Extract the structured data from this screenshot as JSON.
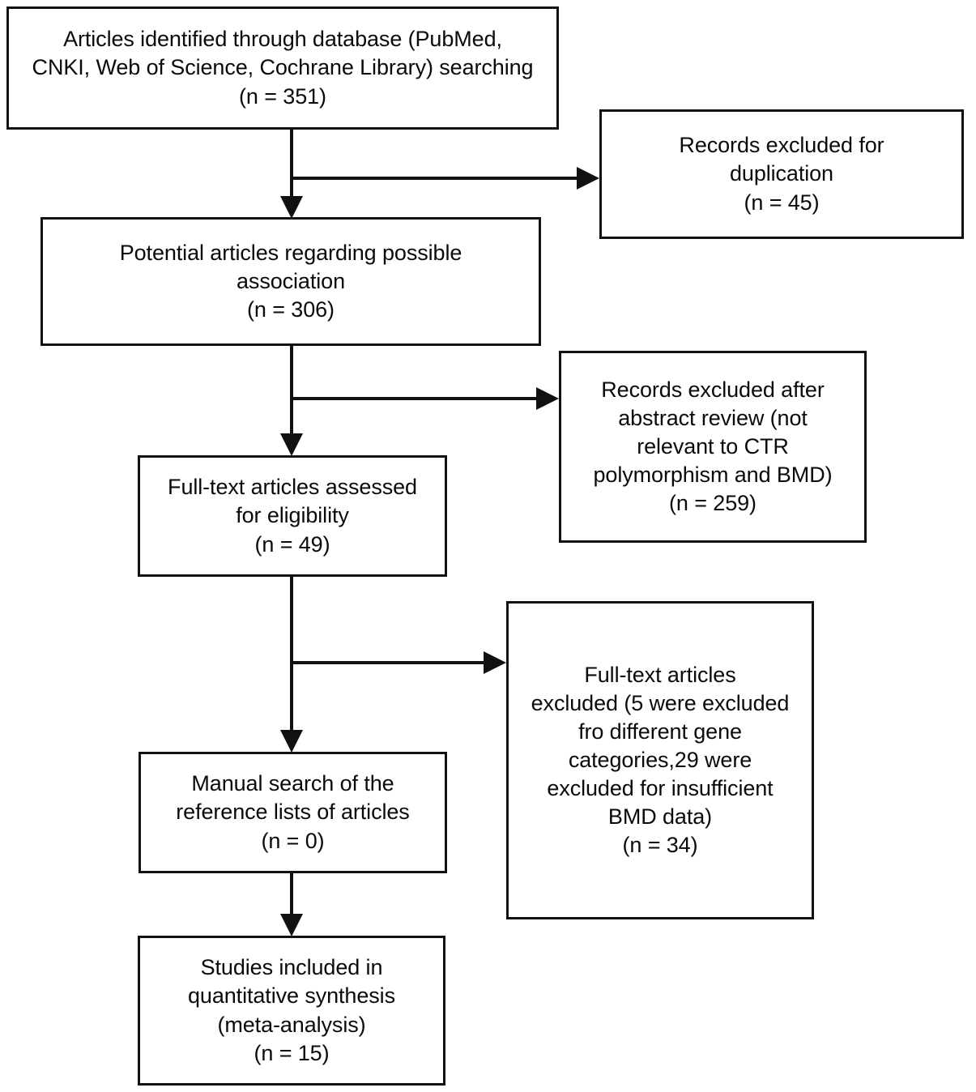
{
  "diagram": {
    "title": "PRISMA study selection flow diagram",
    "type": "flowchart",
    "colors": {
      "background": "#ffffff",
      "stroke": "#111111",
      "text": "#0a0a0a"
    },
    "nodes": {
      "identified": {
        "label": "Articles identified through database (PubMed,\nCNKI, Web of Science, Cochrane Library) searching\n(n = 351)",
        "count": 351
      },
      "duplicates_excluded": {
        "label": "Records excluded for\nduplication\n(n =  45)",
        "count": 45
      },
      "potential": {
        "label": "Potential articles  regarding possible\nassociation\n(n = 306)",
        "count": 306
      },
      "abstract_excluded": {
        "label": "Records excluded after\nabstract review (not\nrelevant to CTR\npolymorphism and BMD)\n(n =  259)",
        "count": 259
      },
      "fulltext_assessed": {
        "label": "Full-text articles assessed\nfor eligibility\n(n =  49)",
        "count": 49
      },
      "fulltext_excluded": {
        "label": "Full-text articles\nexcluded (5 were excluded\nfro different gene\ncategories,29 were\nexcluded for insufficient\nBMD data)\n(n =  34)",
        "count": 34
      },
      "manual_search": {
        "label": "Manual search of the\nreference lists of articles\n(n = 0)",
        "count": 0
      },
      "included": {
        "label": "Studies included in\nquantitative synthesis\n(meta-analysis)\n(n =  15)",
        "count": 15
      }
    },
    "edges": [
      {
        "from": "identified",
        "to": "potential",
        "kind": "vertical-arrow"
      },
      {
        "from": "identified",
        "to": "duplicates_excluded",
        "kind": "branch-right-arrow"
      },
      {
        "from": "potential",
        "to": "fulltext_assessed",
        "kind": "vertical-arrow"
      },
      {
        "from": "potential",
        "to": "abstract_excluded",
        "kind": "branch-right-arrow"
      },
      {
        "from": "fulltext_assessed",
        "to": "manual_search",
        "kind": "vertical-arrow"
      },
      {
        "from": "fulltext_assessed",
        "to": "fulltext_excluded",
        "kind": "branch-right-arrow"
      },
      {
        "from": "manual_search",
        "to": "included",
        "kind": "vertical-arrow"
      }
    ]
  }
}
